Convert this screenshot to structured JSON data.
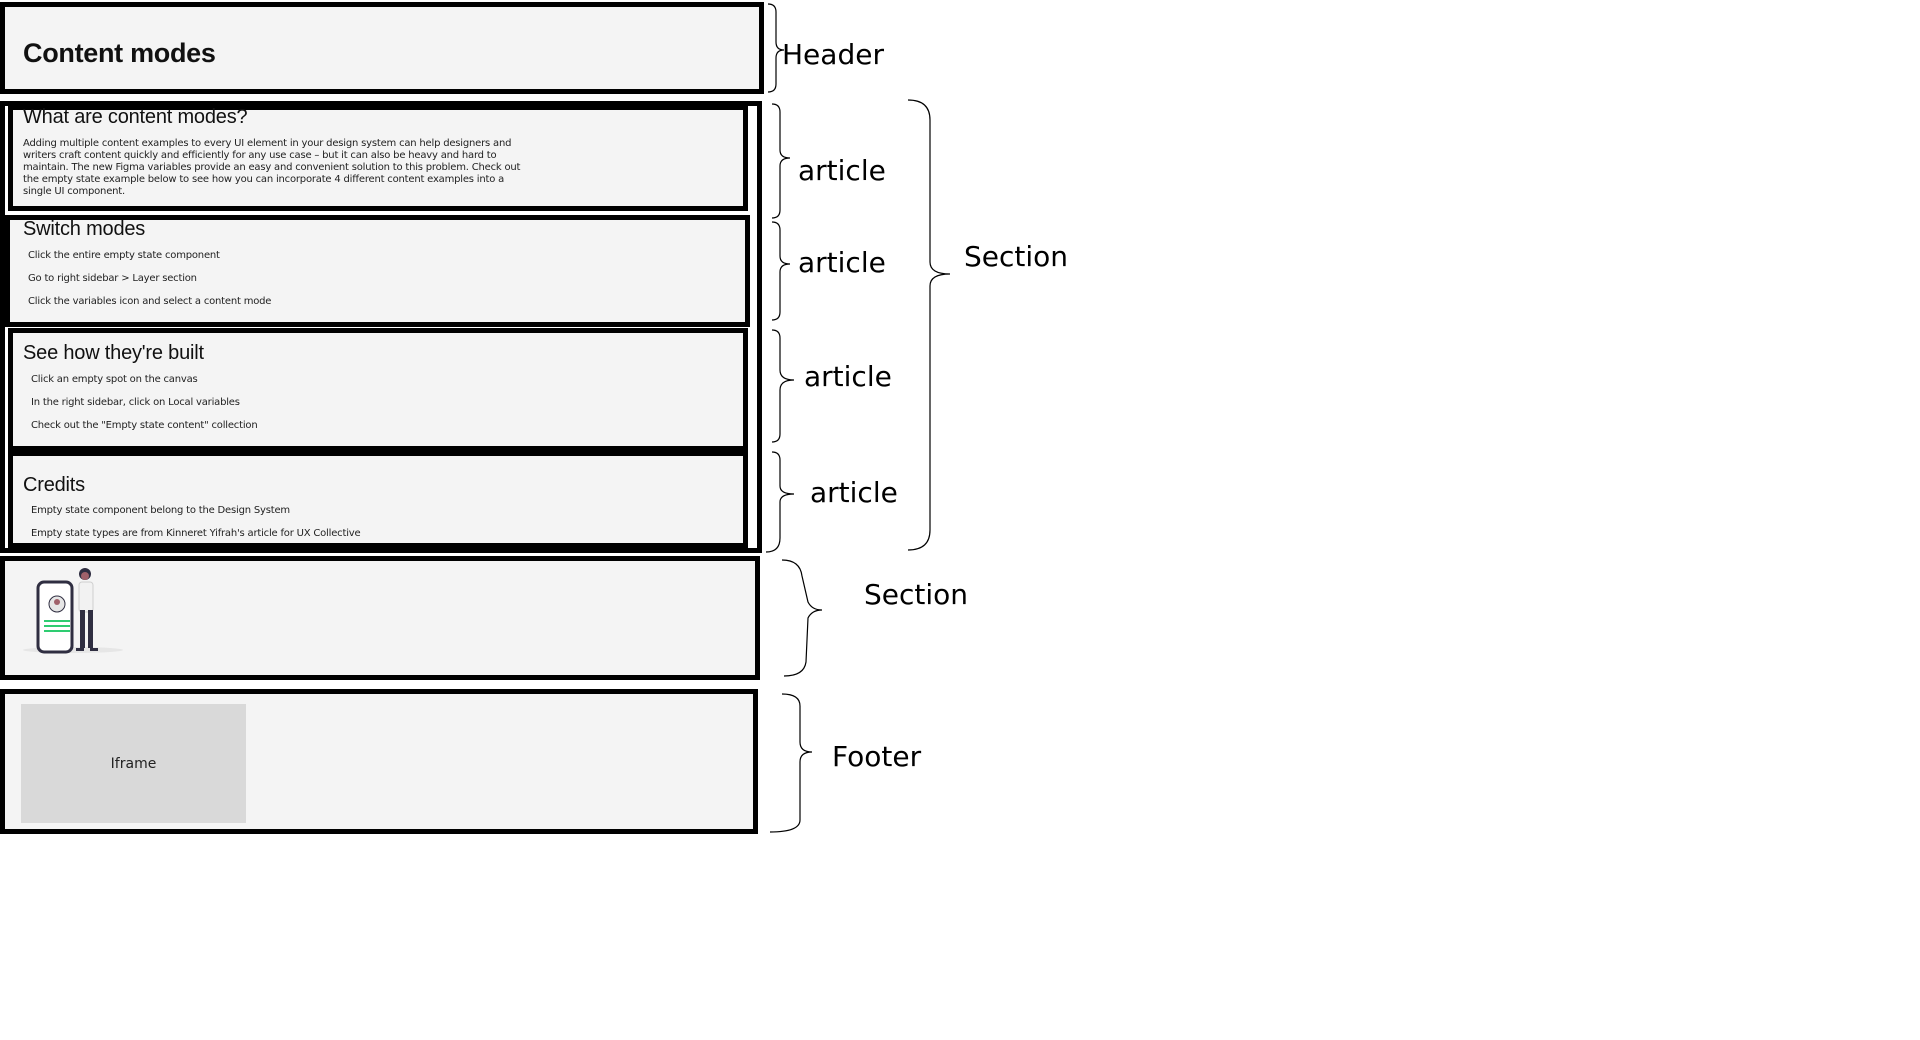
{
  "header": {
    "title": "Content modes",
    "label": "Header"
  },
  "articles": [
    {
      "title": "What are content modes?",
      "body": "Adding multiple content examples to every UI element in your design system can help designers and writers craft content quickly and efficiently for any use case – but it can also be heavy and hard to maintain. The new Figma variables provide an easy and convenient solution to this problem. Check out the empty state example below to see how you can incorporate 4 different content examples into a single UI component.",
      "label": "article"
    },
    {
      "title": "Switch modes",
      "items": [
        "Click the entire empty state component",
        "Go to right sidebar > Layer section",
        "Click the variables icon and select a content mode"
      ],
      "label": "article"
    },
    {
      "title": "See how they're built",
      "items": [
        "Click an empty spot on the canvas",
        "In the right sidebar, click on Local variables",
        "Check out the \"Empty state content\" collection"
      ],
      "label": "article"
    },
    {
      "title": "Credits",
      "items": [
        "Empty state component belong to the Design System",
        "Empty state types are from Kinneret Yifrah's article for UX Collective"
      ],
      "label": "article"
    }
  ],
  "sections": {
    "main_label": "Section",
    "illustration_label": "Section"
  },
  "illustration": {
    "icon": "person-with-phone-illustration",
    "accent_color": "#2ecc71"
  },
  "footer": {
    "iframe_text": "Iframe",
    "label": "Footer"
  }
}
